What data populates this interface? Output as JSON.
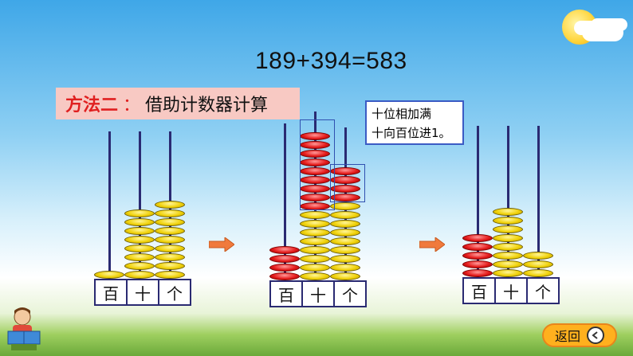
{
  "equation": "189+394=583",
  "method": {
    "part1": "方法二",
    "colon": "：",
    "part2": "借助",
    "part3": "计数器计算"
  },
  "note": {
    "line1": "十位相加满",
    "line2": "十向百位进1。"
  },
  "abacus_labels": {
    "hundreds": "百",
    "tens": "十",
    "ones": "个"
  },
  "abacus_states": [
    {
      "hundreds": 1,
      "tens": 8,
      "ones": 9,
      "colors": [
        "yellow",
        "yellow",
        "yellow"
      ]
    },
    {
      "hundreds": 4,
      "tens": 17,
      "ones": 13,
      "colors": [
        "red+yellow",
        "yellow+red",
        "yellow+red"
      ]
    },
    {
      "hundreds": 5,
      "tens": 8,
      "ones": 3,
      "colors": [
        "red+yellow",
        "yellow",
        "yellow"
      ]
    }
  ],
  "back_button": {
    "label": "返回"
  },
  "colors": {
    "yellow_bead": "#f0d20a",
    "red_bead": "#e51c1c",
    "method_bg": "#f8c9c3",
    "button": "#ffb01e"
  }
}
